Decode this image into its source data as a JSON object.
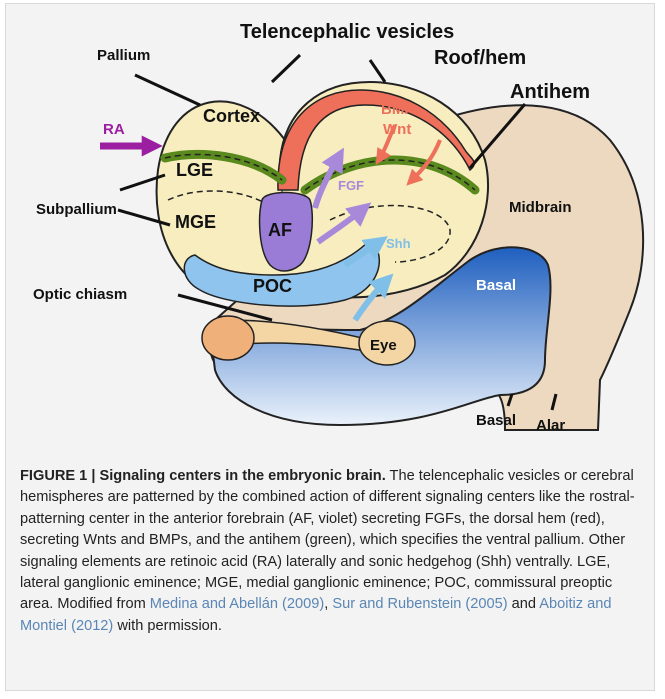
{
  "figure": {
    "labels": {
      "telencephalic_vesicles": "Telencephalic vesicles",
      "pallium": "Pallium",
      "roof_hem": "Roof/hem",
      "antihem": "Antihem",
      "cortex": "Cortex",
      "bmp": "BMP",
      "wnt": "Wnt",
      "ra": "RA",
      "lge": "LGE",
      "fgf": "FGF",
      "midbrain": "Midbrain",
      "subpallium": "Subpallium",
      "mge": "MGE",
      "af": "AF",
      "shh": "Shh",
      "basal_region": "Basal",
      "poc": "POC",
      "optic_chiasm": "Optic chiasm",
      "eye": "Eye",
      "basal_bottom": "Basal",
      "alar": "Alar"
    },
    "colors": {
      "telencephalon": "#f7edbf",
      "midbrain": "#ecd9c0",
      "hem": "#ee6f5a",
      "antihem": "#5a8a1e",
      "af": "#9a7cd6",
      "ra_arrow": "#9b1fa0",
      "fgf_arrow": "#a889d9",
      "shh_arrow": "#7fbfe8",
      "poc": "#8ec4ee",
      "basal": "#1f5fbf",
      "eye": "#f0b07a"
    }
  },
  "caption": {
    "heading": "FIGURE 1 | Signaling centers in the embryonic brain.",
    "body_part1": " The telencephalic vesicles or cerebral hemispheres are patterned by the combined action of different signaling centers like the rostral-patterning center in the anterior forebrain (AF, violet) secreting FGFs, the dorsal hem (red), secreting Wnts and BMPs, and the antihem (green), which specifies the ventral pallium. Other signaling elements are retinoic acid (RA) laterally and sonic hedgehog (Shh) ventrally. LGE, lateral ganglionic eminence; MGE, medial ganglionic eminence; POC, commissural preoptic area. Modified from ",
    "ref1": "Medina and Abellán (2009)",
    "sep1": ", ",
    "ref2": "Sur and Rubenstein (2005)",
    "sep2": " and ",
    "ref3": "Aboitiz and Montiel (2012)",
    "body_end": " with permission."
  }
}
